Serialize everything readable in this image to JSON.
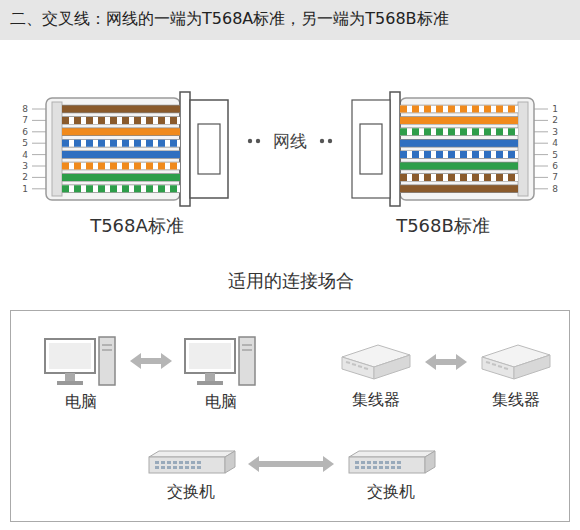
{
  "diagram": {
    "title": "二、交叉线：网线的一端为T568A标准，另一端为T568B标准",
    "nodes": [
      {
        "text": [
          "适用的连接场合"
        ]
      },
      {
        "text": [
          "电脑"
        ],
        "in": 0
      },
      {
        "text": [
          "电脑"
        ],
        "in": 0
      },
      {
        "text": [
          "集线器"
        ],
        "in": 0
      },
      {
        "text": [
          "集线器"
        ],
        "in": 0
      },
      {
        "text": [
          "交换机"
        ],
        "in": 0
      },
      {
        "text": [
          "交换机"
        ],
        "in": 0
      }
    ],
    "edges": [
      {
        "from": 1,
        "to": 2,
        "arrow": "both"
      },
      {
        "from": 3,
        "to": 4,
        "arrow": "both"
      },
      {
        "from": 5,
        "to": 6,
        "arrow": "both"
      }
    ],
    "labels": [
      "8",
      "7",
      "6",
      "5",
      "4",
      "3",
      "2",
      "1",
      "网线",
      "1",
      "2",
      "3",
      "4",
      "5",
      "6",
      "7",
      "8",
      "T568A标准",
      "T568B标准"
    ]
  }
}
